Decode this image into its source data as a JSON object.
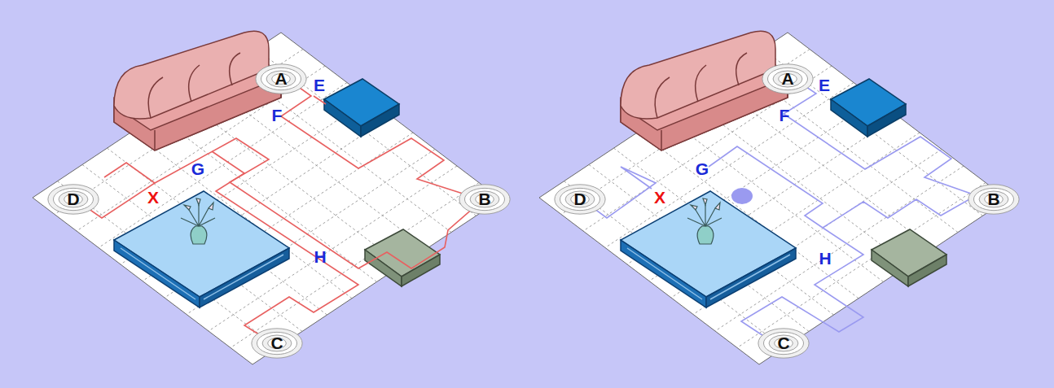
{
  "diagram": {
    "nodes": [
      {
        "text": [
          "A"
        ]
      },
      {
        "text": [
          "B"
        ]
      },
      {
        "text": [
          "C"
        ]
      },
      {
        "text": [
          "D"
        ]
      },
      {
        "text": [
          "A"
        ]
      },
      {
        "text": [
          "B"
        ]
      },
      {
        "text": [
          "C"
        ]
      },
      {
        "text": [
          "D"
        ]
      }
    ],
    "labels": [
      "E",
      "F",
      "G",
      "H",
      "X",
      "E",
      "F",
      "G",
      "H",
      "X"
    ]
  }
}
